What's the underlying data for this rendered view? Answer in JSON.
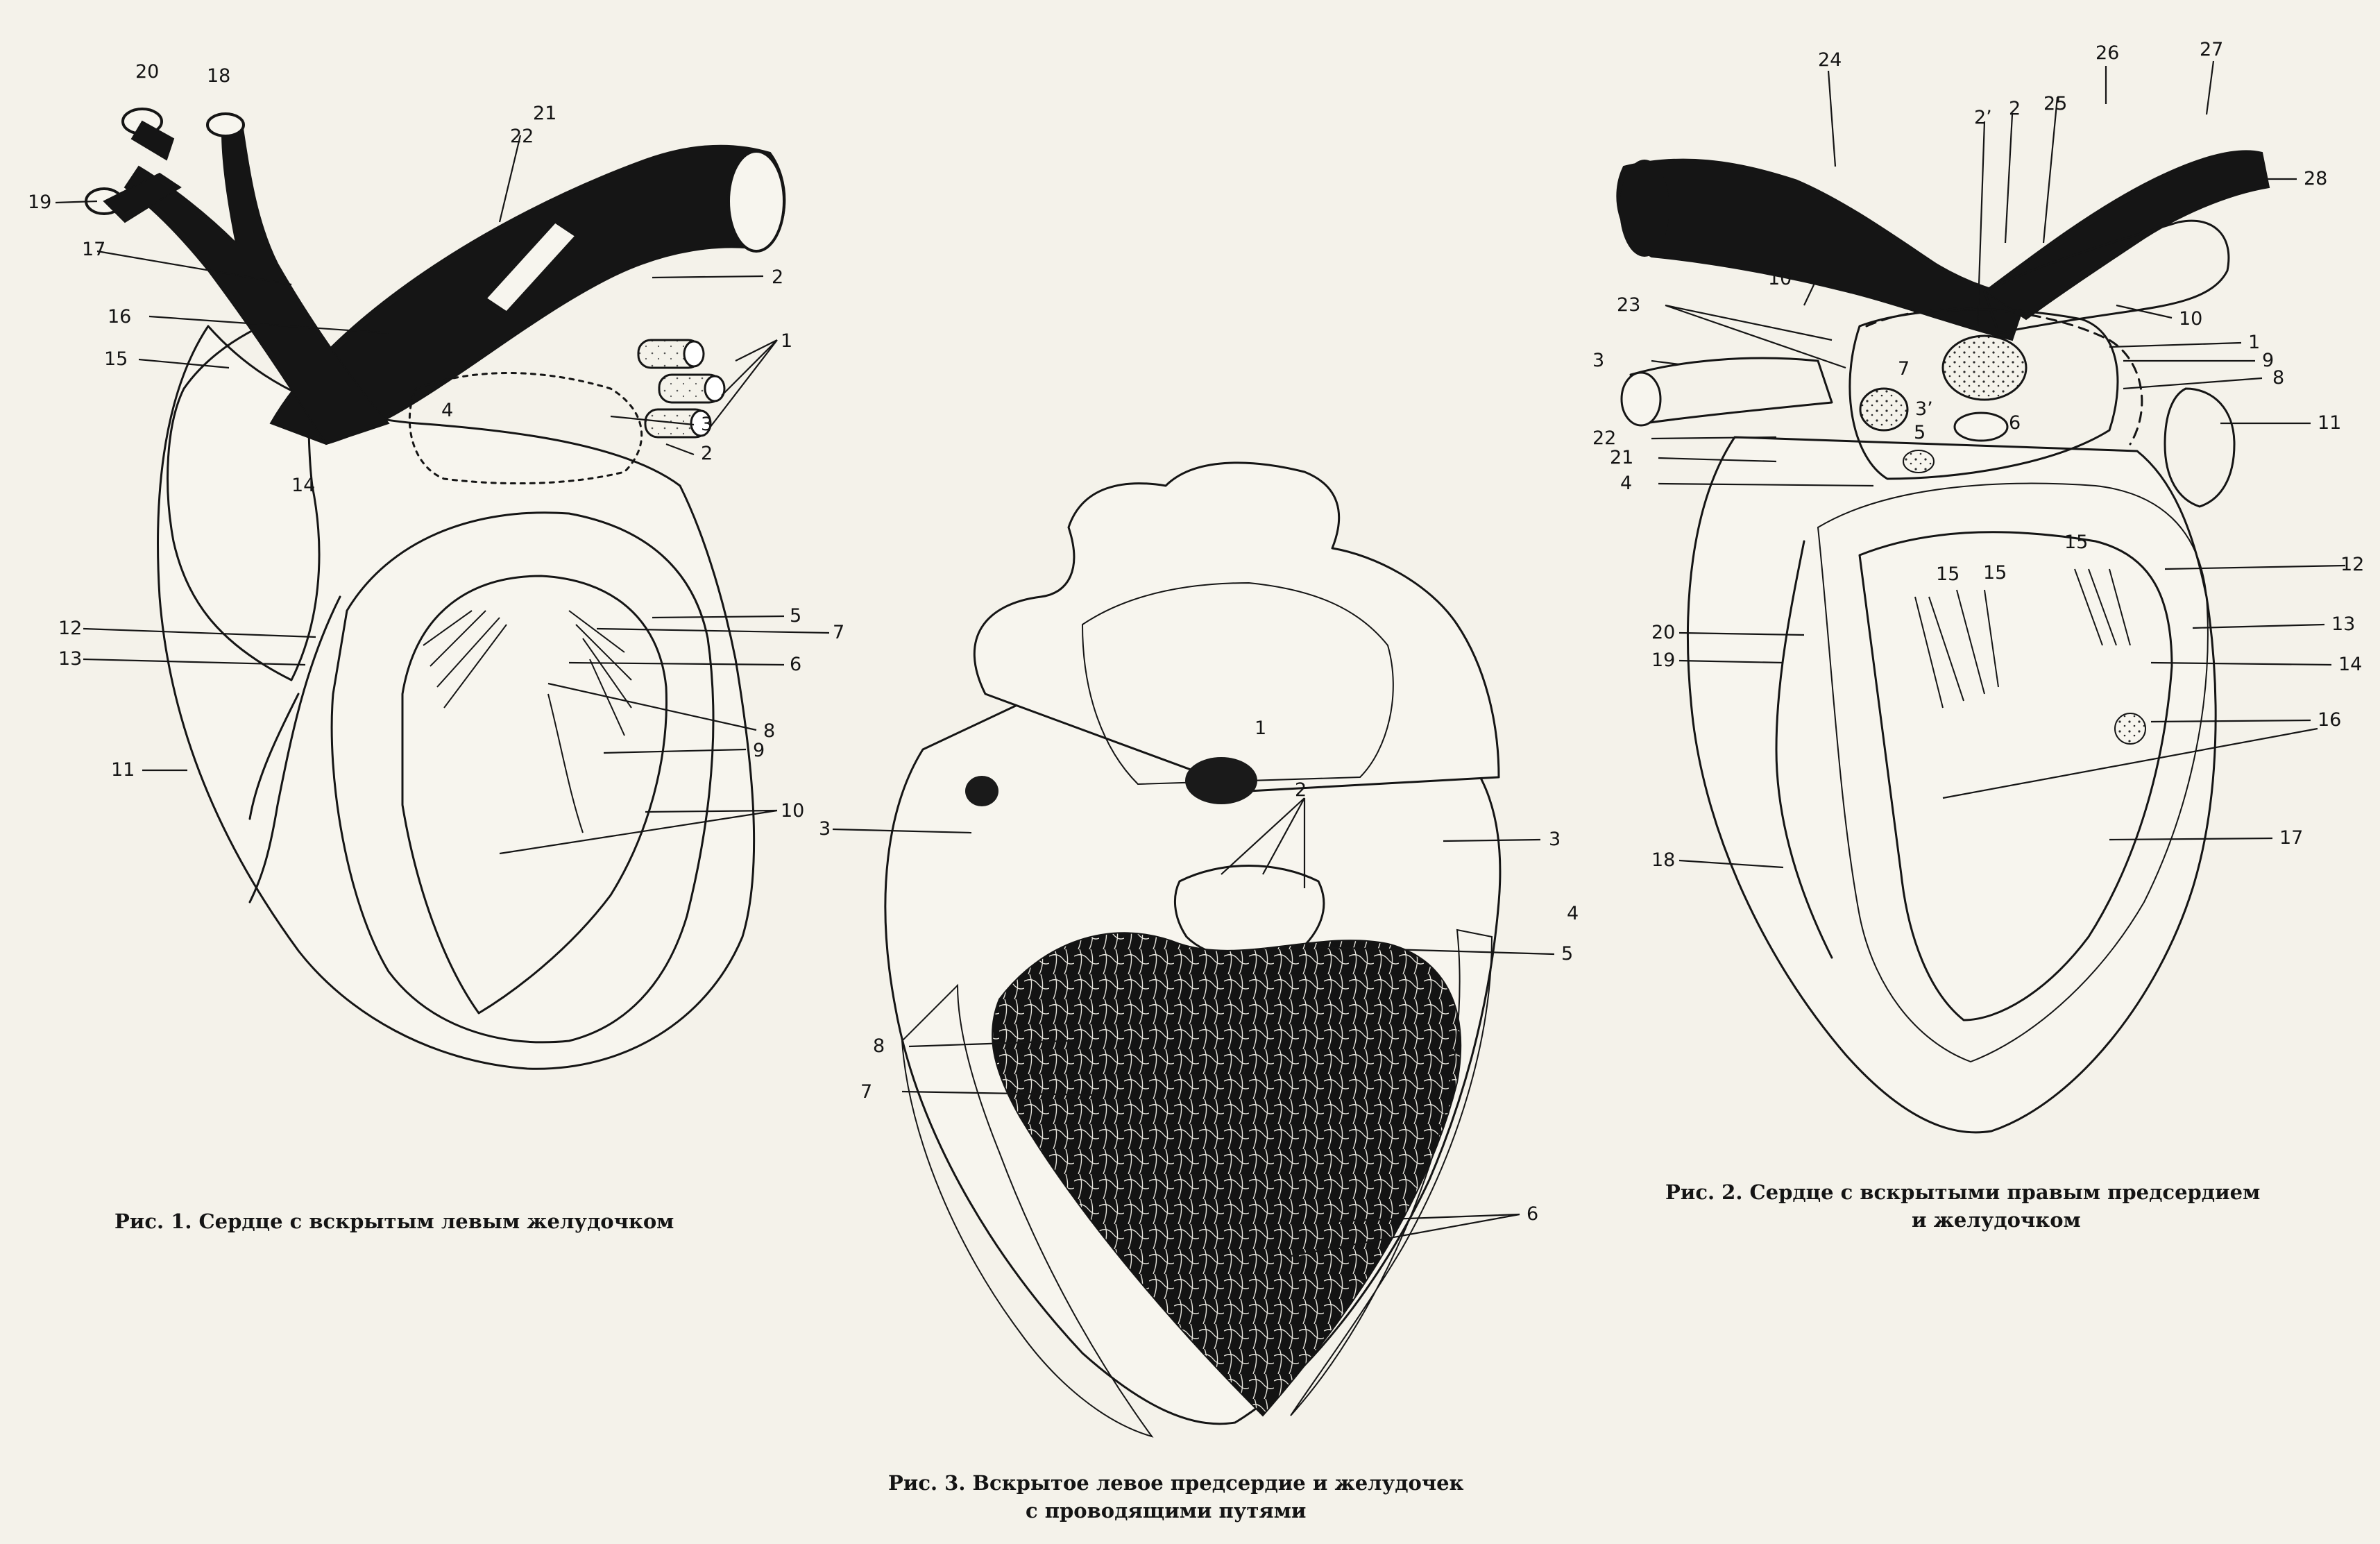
{
  "figures": [
    {
      "id": "fig1",
      "caption": "Рис. 1. Сердце с вскрытым левым желудочком",
      "labels": [
        "20",
        "18",
        "21",
        "22",
        "19",
        "17",
        "2",
        "16",
        "15",
        "1",
        "4",
        "3",
        "2",
        "14",
        "12",
        "5",
        "7",
        "13",
        "6",
        "8",
        "11",
        "9",
        "10"
      ]
    },
    {
      "id": "fig2",
      "caption_line1": "Рис. 2. Сердце с вскрытыми правым предсердием",
      "caption_line2": "и желудочком",
      "labels": [
        "24",
        "25",
        "26",
        "27",
        "2’",
        "2",
        "28",
        "10",
        "10",
        "23",
        "1",
        "3",
        "7",
        "9",
        "8",
        "3’",
        "6",
        "22",
        "5",
        "11",
        "21",
        "4",
        "15",
        "15",
        "15",
        "12",
        "20",
        "13",
        "19",
        "14",
        "16",
        "18",
        "17"
      ]
    },
    {
      "id": "fig3",
      "caption_line1": "Рис. 3. Вскрытое левое предсердие и желудочек",
      "caption_line2": "с проводящими путями",
      "labels": [
        "1",
        "2",
        "3",
        "3",
        "4",
        "5",
        "8",
        "7",
        "6"
      ]
    }
  ]
}
